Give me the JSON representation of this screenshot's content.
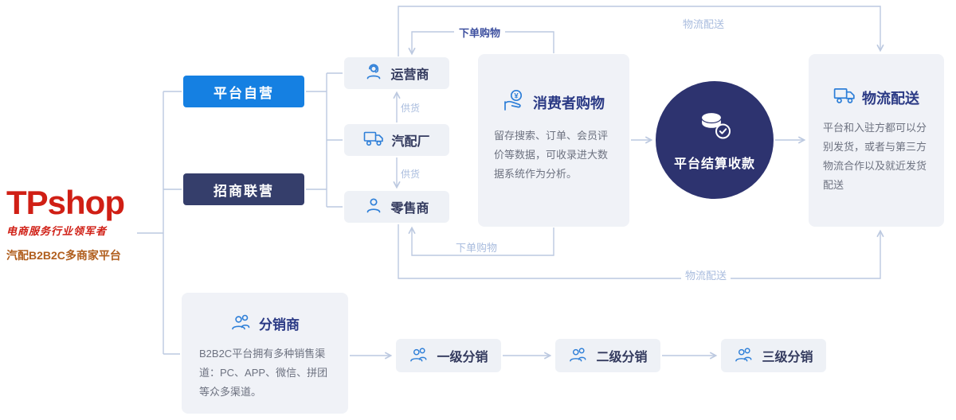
{
  "logo": {
    "brand": "TPshop",
    "slogan": "电商服务行业领军者",
    "subtitle": "汽配B2B2C多商家平台"
  },
  "modes": {
    "self_operated": "平台自营",
    "joint_venture": "招商联营"
  },
  "suppliers": {
    "operator": "运营商",
    "parts_factory": "汽配厂",
    "retailer": "零售商"
  },
  "flow_labels": {
    "supply_top": "供货",
    "supply_bottom": "供货",
    "order_top": "下单购物",
    "order_bottom": "下单购物",
    "delivery_top": "物流配送",
    "delivery_bottom": "物流配送"
  },
  "consumer": {
    "title": "消费者购物",
    "body": "留存搜索、订单、会员评价等数据，可收录进大数据系统作为分析。"
  },
  "settlement": {
    "title": "平台结算收款"
  },
  "logistics": {
    "title": "物流配送",
    "body": "平台和入驻方都可以分别发货，或者与第三方物流合作以及就近发货配送"
  },
  "distribution": {
    "title": "分销商",
    "body": "B2B2C平台拥有多种销售渠道：PC、APP、微信、拼团等众多渠道。",
    "levels": [
      "一级分销",
      "二级分销",
      "三级分销"
    ]
  },
  "colors": {
    "accent_blue": "#1580e2",
    "dark_navy": "#353e6b",
    "circle_navy": "#2d336f",
    "icon_blue": "#2e7fd8",
    "card_bg": "#f0f2f7",
    "line": "#bcc9e0",
    "brand_red": "#d01f15",
    "subtitle_brown": "#b05e1d"
  }
}
